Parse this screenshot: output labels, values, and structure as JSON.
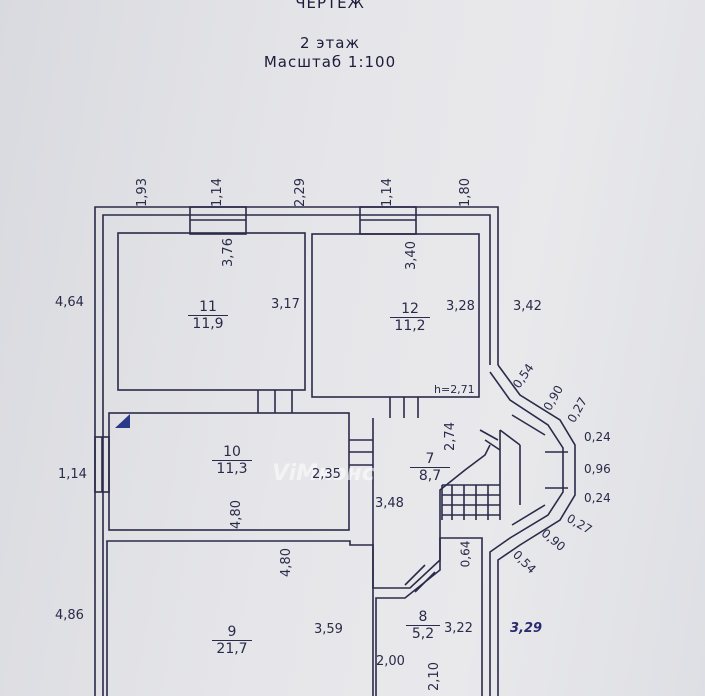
{
  "header": {
    "doc_type": "ЧЕРТЕЖ",
    "floor": "2 этаж",
    "scale": "Масштаб 1:100"
  },
  "watermark": "ViМиэнс",
  "rooms": [
    {
      "id": "11",
      "area": "11,9"
    },
    {
      "id": "12",
      "area": "11,2"
    },
    {
      "id": "10",
      "area": "11,3"
    },
    {
      "id": "7",
      "area": "8,7"
    },
    {
      "id": "9",
      "area": "21,7"
    },
    {
      "id": "8",
      "area": "5,2"
    }
  ],
  "top_dims": [
    "1,93",
    "1,14",
    "2,29",
    "1,14",
    "1,80"
  ],
  "left_dims": [
    "4,64",
    "1,14",
    "4,86"
  ],
  "room11_dims": [
    "3,76",
    "3,17"
  ],
  "room12_dims": [
    "3,40",
    "3,28"
  ],
  "height_note": "h=2,71",
  "right_dims": [
    "3,42",
    "0,54",
    "0,90",
    "0,27",
    "0,24",
    "0,96",
    "0,24",
    "0,27",
    "0,90",
    "0,54",
    "3,29"
  ],
  "room10_dims": [
    "2,35",
    "4,80"
  ],
  "room7_dims": [
    "2,74",
    "3,48"
  ],
  "room9_dims": [
    "4,80",
    "3,59"
  ],
  "room8_dims": [
    "0,64",
    "3,22",
    "2,00",
    "2,10"
  ],
  "colors": {
    "line": "#2a2a4a",
    "paper": "#e6e6ea"
  }
}
